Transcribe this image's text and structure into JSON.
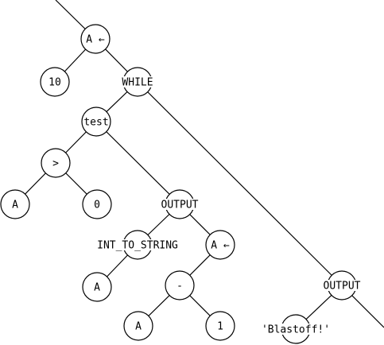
{
  "nodes": [
    {
      "id": "assign1",
      "label": "A ←"
    },
    {
      "id": "ten",
      "label": "10"
    },
    {
      "id": "while",
      "label": "WHILE"
    },
    {
      "id": "test",
      "label": "test"
    },
    {
      "id": "gt",
      "label": ">"
    },
    {
      "id": "a1",
      "label": "A"
    },
    {
      "id": "zero",
      "label": "0"
    },
    {
      "id": "output1",
      "label": "OUTPUT"
    },
    {
      "id": "int2str",
      "label": "INT_TO_STRING"
    },
    {
      "id": "a2",
      "label": "A"
    },
    {
      "id": "assign2",
      "label": "A ←"
    },
    {
      "id": "minus",
      "label": "-"
    },
    {
      "id": "a3",
      "label": "A"
    },
    {
      "id": "one",
      "label": "1"
    },
    {
      "id": "output2",
      "label": "OUTPUT"
    },
    {
      "id": "blastoff",
      "label": "'Blastoff!'"
    }
  ]
}
